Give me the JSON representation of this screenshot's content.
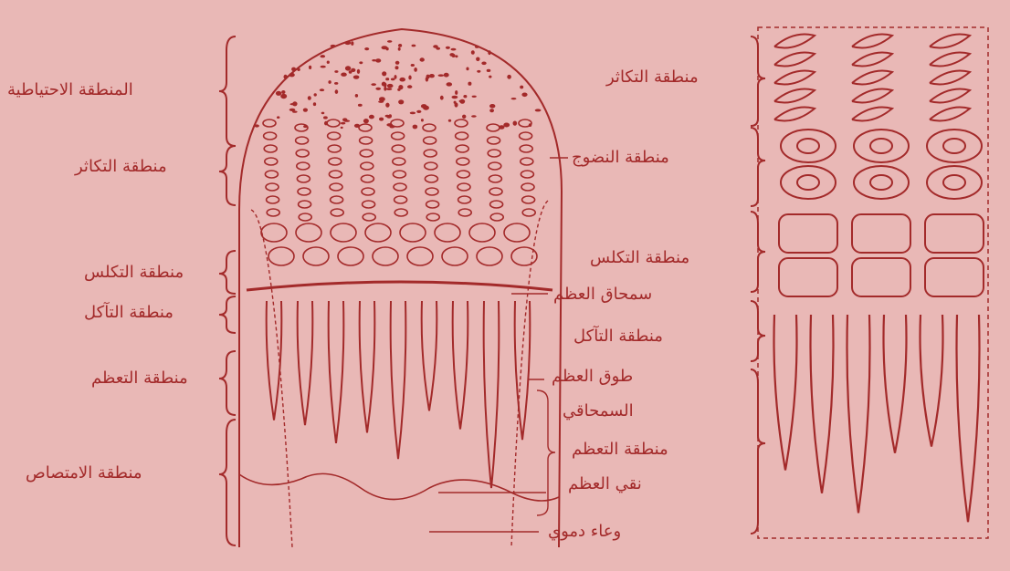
{
  "colors": {
    "background": "#e9b8b6",
    "ink": "#a32a2a",
    "ink_light": "#c45a5a"
  },
  "left_labels": {
    "reserve_zone": "المنطقة الاحتياطية",
    "proliferation_zone": "منطقة التكاثر",
    "calcification_zone": "منطقة التكلس",
    "erosion_zone": "منطقة التآكل",
    "ossification_zone": "منطقة التعظم",
    "resorption_zone": "منطقة الامتصاص"
  },
  "middle_labels": {
    "proliferation_zone": "منطقة التكاثر",
    "maturation_zone": "منطقة النضوج",
    "calcification_zone": "منطقة التكلس",
    "periosteum": "سمحاق العظم",
    "erosion_zone": "منطقة التآكل",
    "bone_collar_line1": "طوق العظم",
    "bone_collar_line2": "السمحاقي",
    "ossification_zone": "منطقة التعظم",
    "bone_marrow": "نقي العظم",
    "blood_vessel": "وعاء دموي"
  }
}
